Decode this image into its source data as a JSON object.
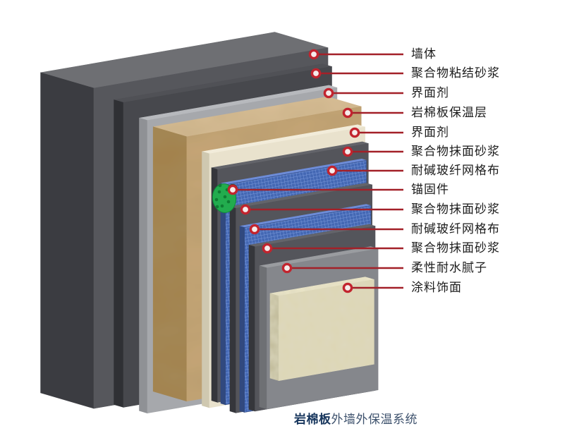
{
  "diagram": {
    "title_caption": {
      "bold": "岩棉板",
      "rest": "外墙外保温系统"
    },
    "labels": [
      {
        "text": "墙体"
      },
      {
        "text": "聚合物粘结砂浆"
      },
      {
        "text": "界面剂"
      },
      {
        "text": "岩棉板保温层"
      },
      {
        "text": "界面剂"
      },
      {
        "text": "聚合物抹面砂浆"
      },
      {
        "text": "耐碱玻纤网格布"
      },
      {
        "text": "锚固件"
      },
      {
        "text": "聚合物抹面砂浆"
      },
      {
        "text": "耐碱玻纤网格布"
      },
      {
        "text": "聚合物抹面砂浆"
      },
      {
        "text": "柔性耐水腻子"
      },
      {
        "text": "涂料饰面"
      }
    ],
    "colors": {
      "background": "#ffffff",
      "leader_red": "#a32028",
      "marker_ring": "#c2242e",
      "marker_fill": "#f6eceb",
      "anchor_green": "#22ac4e",
      "anchor_rim": "#128a3c",
      "anchor_dot": "#0f7d33",
      "pin_outer": "#95782f",
      "pin_inner": "#50390e",
      "mesh_blue": "#4468b4",
      "mesh_grid": "#7d9bdc",
      "label_text": "#1c1c1c",
      "caption_bold": "#17365d",
      "caption_rest": "#3f536e"
    },
    "materials": {
      "wall": {
        "top": "#6e6f73",
        "left": "#3b3c41",
        "front": "#56575c"
      },
      "bonding": {
        "top": "#505156",
        "left": "#2f3034",
        "front": "#47484d"
      },
      "interface": {
        "top": "#b7b9bd",
        "left": "#8f9195",
        "front": "#a6a8ac"
      },
      "rockwool": {
        "top": "#dcc199",
        "left": "#a3814b",
        "front": "#c7a677"
      },
      "cream": {
        "top": "#f2ecda",
        "left": "#cfc8b0",
        "front": "#e9e2cd"
      },
      "mortar": {
        "top": "#63646a",
        "left": "#35363b",
        "front": "#54555b"
      },
      "mesh": {
        "top": "#6d8cd8",
        "left": "#31497f",
        "front": "pattern"
      },
      "putty": {
        "top": "#9a9ca0",
        "left": "#6e7074",
        "front": "#85878c"
      },
      "finish": {
        "top": "#ece6c8",
        "left": "#beb896",
        "front": "#ddd6b4"
      }
    }
  }
}
